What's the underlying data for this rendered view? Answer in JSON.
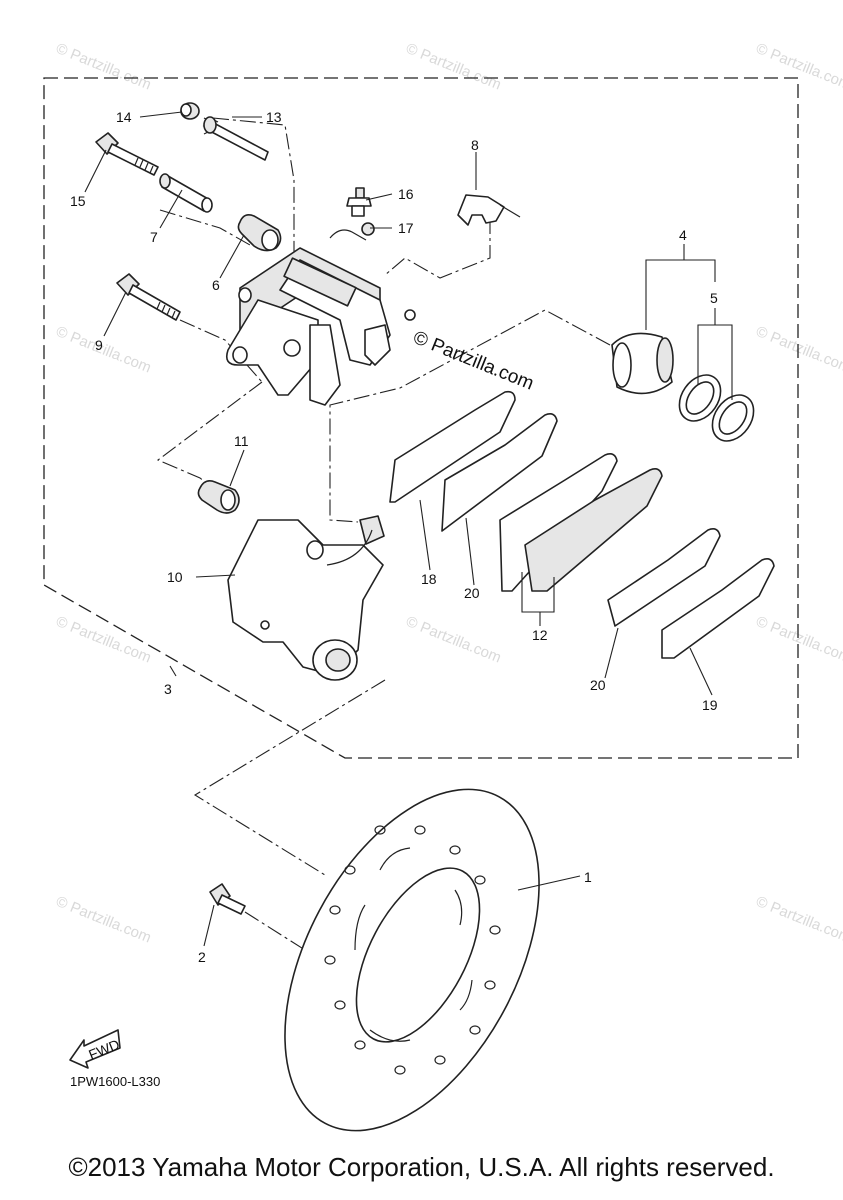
{
  "watermark": {
    "main": "© Partzilla.com",
    "faint": "© Partzilla.com"
  },
  "callouts": {
    "c1": "1",
    "c2": "2",
    "c3": "3",
    "c4": "4",
    "c5": "5",
    "c6": "6",
    "c7": "7",
    "c8": "8",
    "c9": "9",
    "c10": "10",
    "c11": "11",
    "c12": "12",
    "c13": "13",
    "c14": "14",
    "c15": "15",
    "c16": "16",
    "c17": "17",
    "c18": "18",
    "c19": "19",
    "c20a": "20",
    "c20b": "20"
  },
  "fwd_label": "FWD",
  "diagram_code": "1PW1600-L330",
  "copyright": "©2013 Yamaha Motor Corporation, U.S.A. All rights reserved."
}
